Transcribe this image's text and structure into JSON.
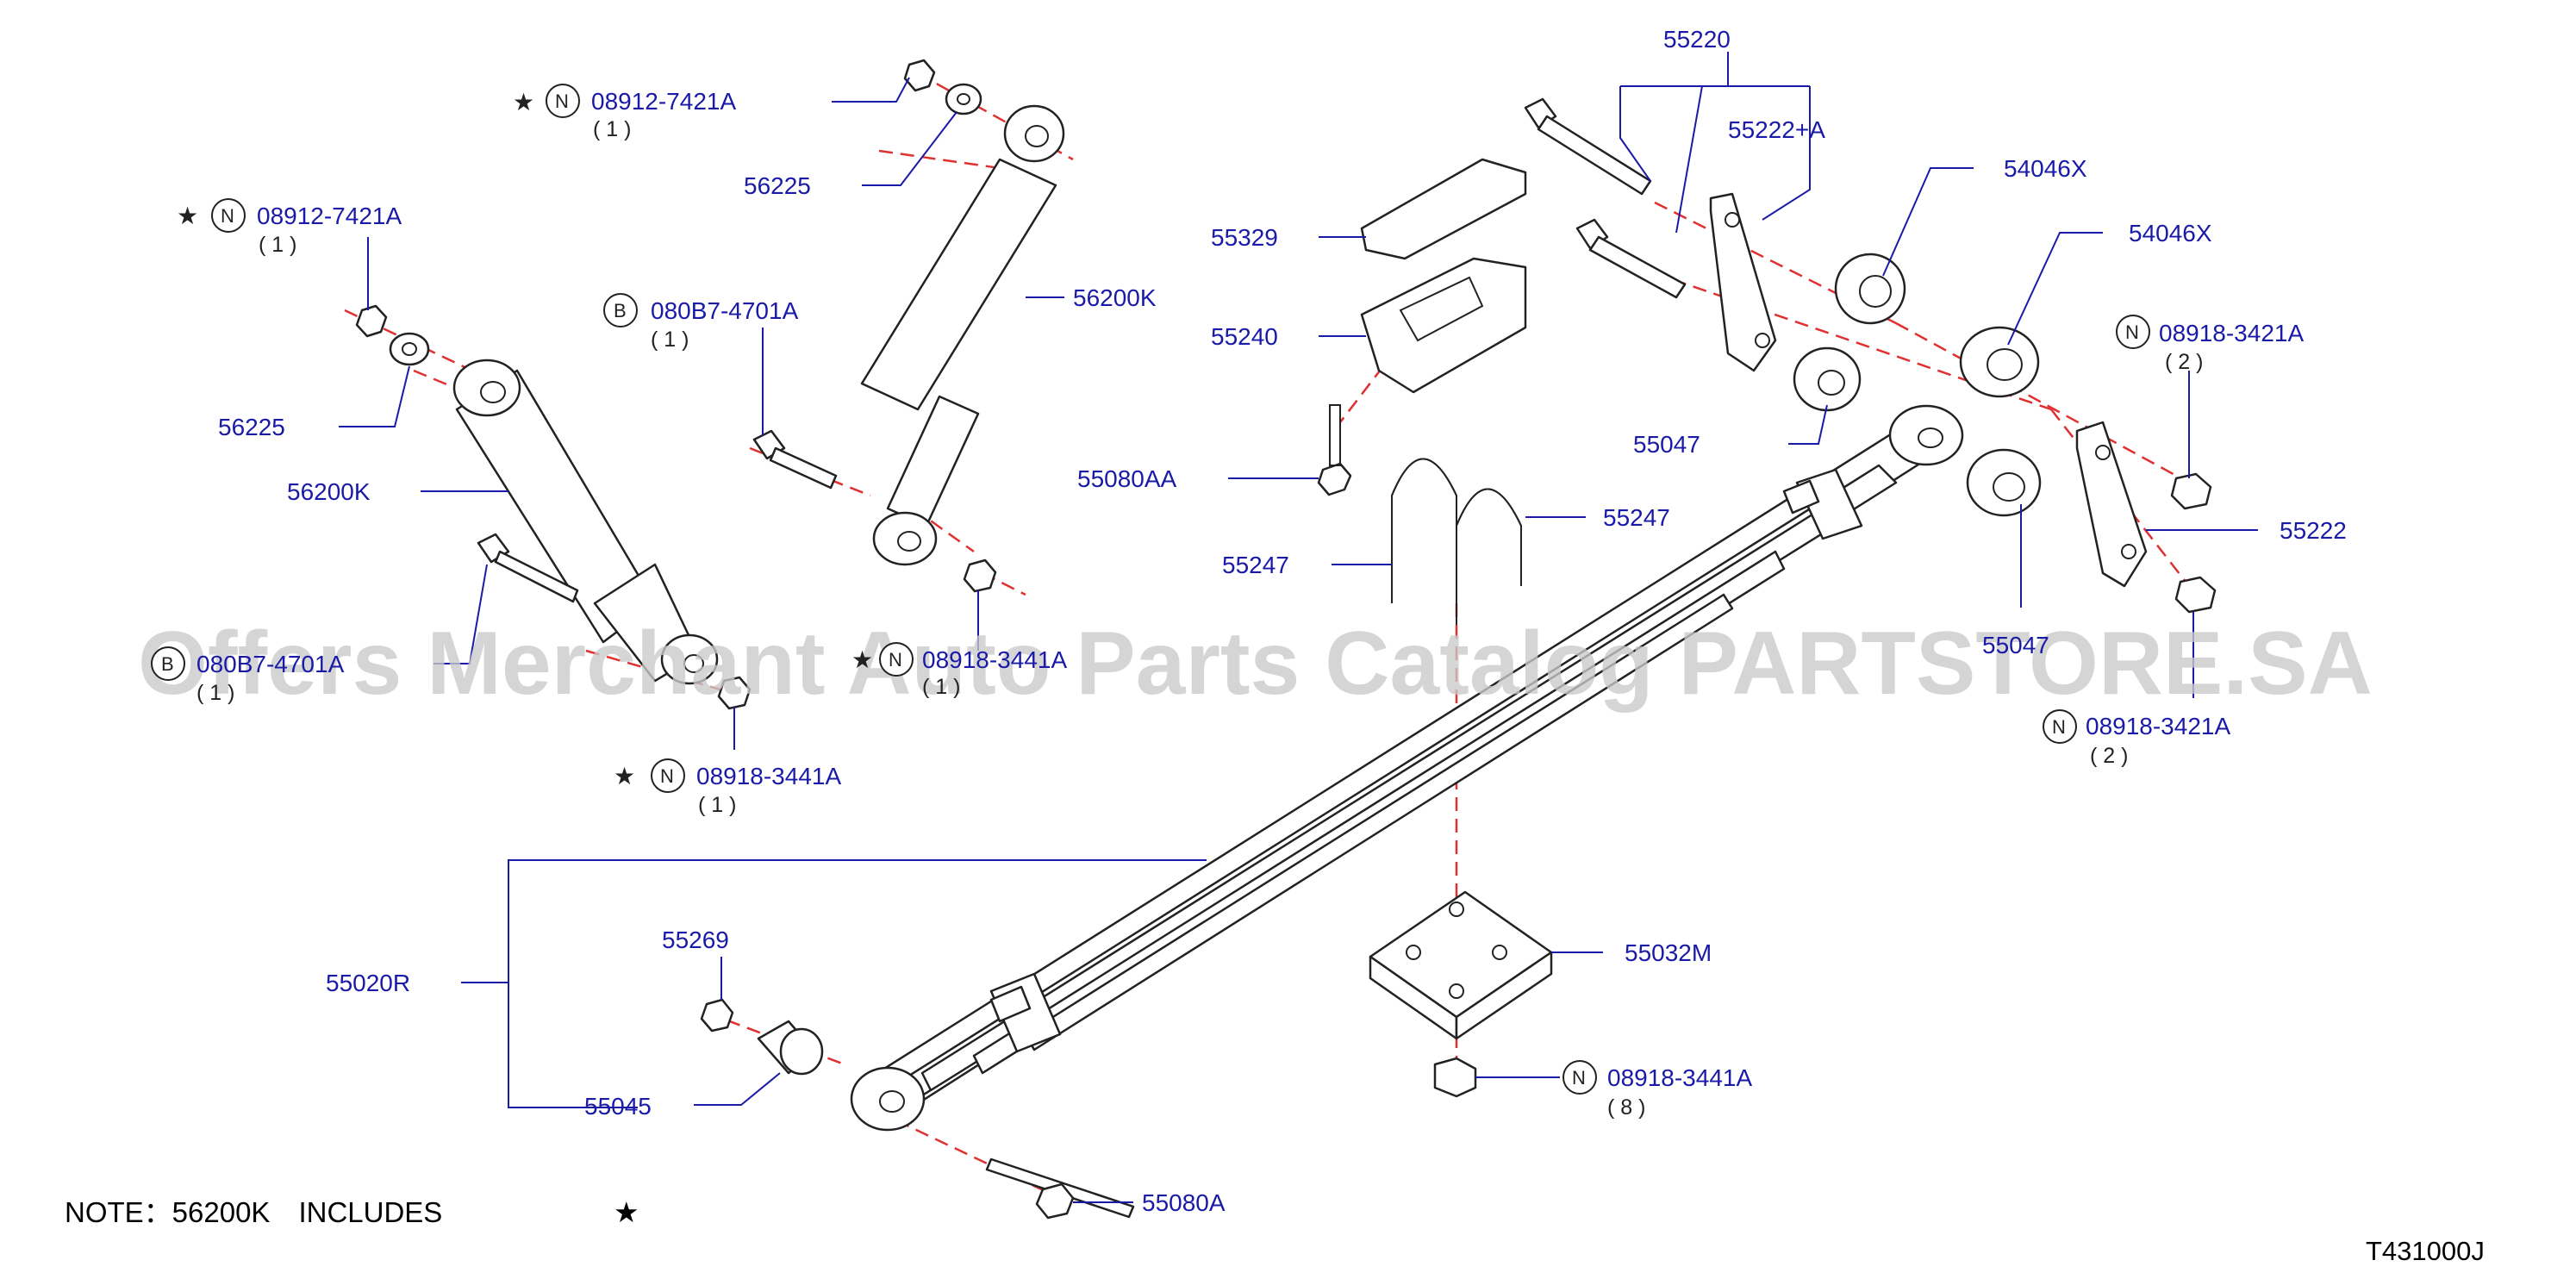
{
  "watermark": "Offers Merchant Auto Parts Catalog PARTSTORE.SA",
  "diagram_code": "T431000J",
  "note": {
    "text": "NOTE：56200K　INCLUDES",
    "star": "★"
  },
  "symbols": {
    "star": "★",
    "n": "N",
    "b": "B"
  },
  "labels": {
    "p55220": "55220",
    "p55222a": "55222+A",
    "p54046x_1": "54046X",
    "p54046x_2": "54046X",
    "p08918_3421a_1": "08918-3421A",
    "p08918_3421a_1_qty": "( 2 )",
    "p55222": "55222",
    "p55047_1": "55047",
    "p55047_2": "55047",
    "p08918_3421a_2": "08918-3421A",
    "p08918_3421a_2_qty": "( 2 )",
    "p55329": "55329",
    "p55240": "55240",
    "p55080aa": "55080AA",
    "p55247_1": "55247",
    "p55247_2": "55247",
    "p08912_7421a_1": "08912-7421A",
    "p08912_7421a_1_qty": "( 1 )",
    "p56225_1": "56225",
    "p56200k_1": "56200K",
    "p080b7_4701a_1": "080B7-4701A",
    "p080b7_4701a_1_qty": "( 1 )",
    "p08918_3441a_1": "08918-3441A",
    "p08918_3441a_1_qty": "( 1 )",
    "p08912_7421a_2": "08912-7421A",
    "p08912_7421a_2_qty": "( 1 )",
    "p56225_2": "56225",
    "p56200k_2": "56200K",
    "p080b7_4701a_2": "080B7-4701A",
    "p080b7_4701a_2_qty": "( 1 )",
    "p08918_3441a_2": "08918-3441A",
    "p08918_3441a_2_qty": "( 1 )",
    "p55020r": "55020R",
    "p55269": "55269",
    "p55045": "55045",
    "p55080a": "55080A",
    "p55032m": "55032M",
    "p08918_3441a_3": "08918-3441A",
    "p08918_3441a_3_qty": "( 8 )"
  }
}
